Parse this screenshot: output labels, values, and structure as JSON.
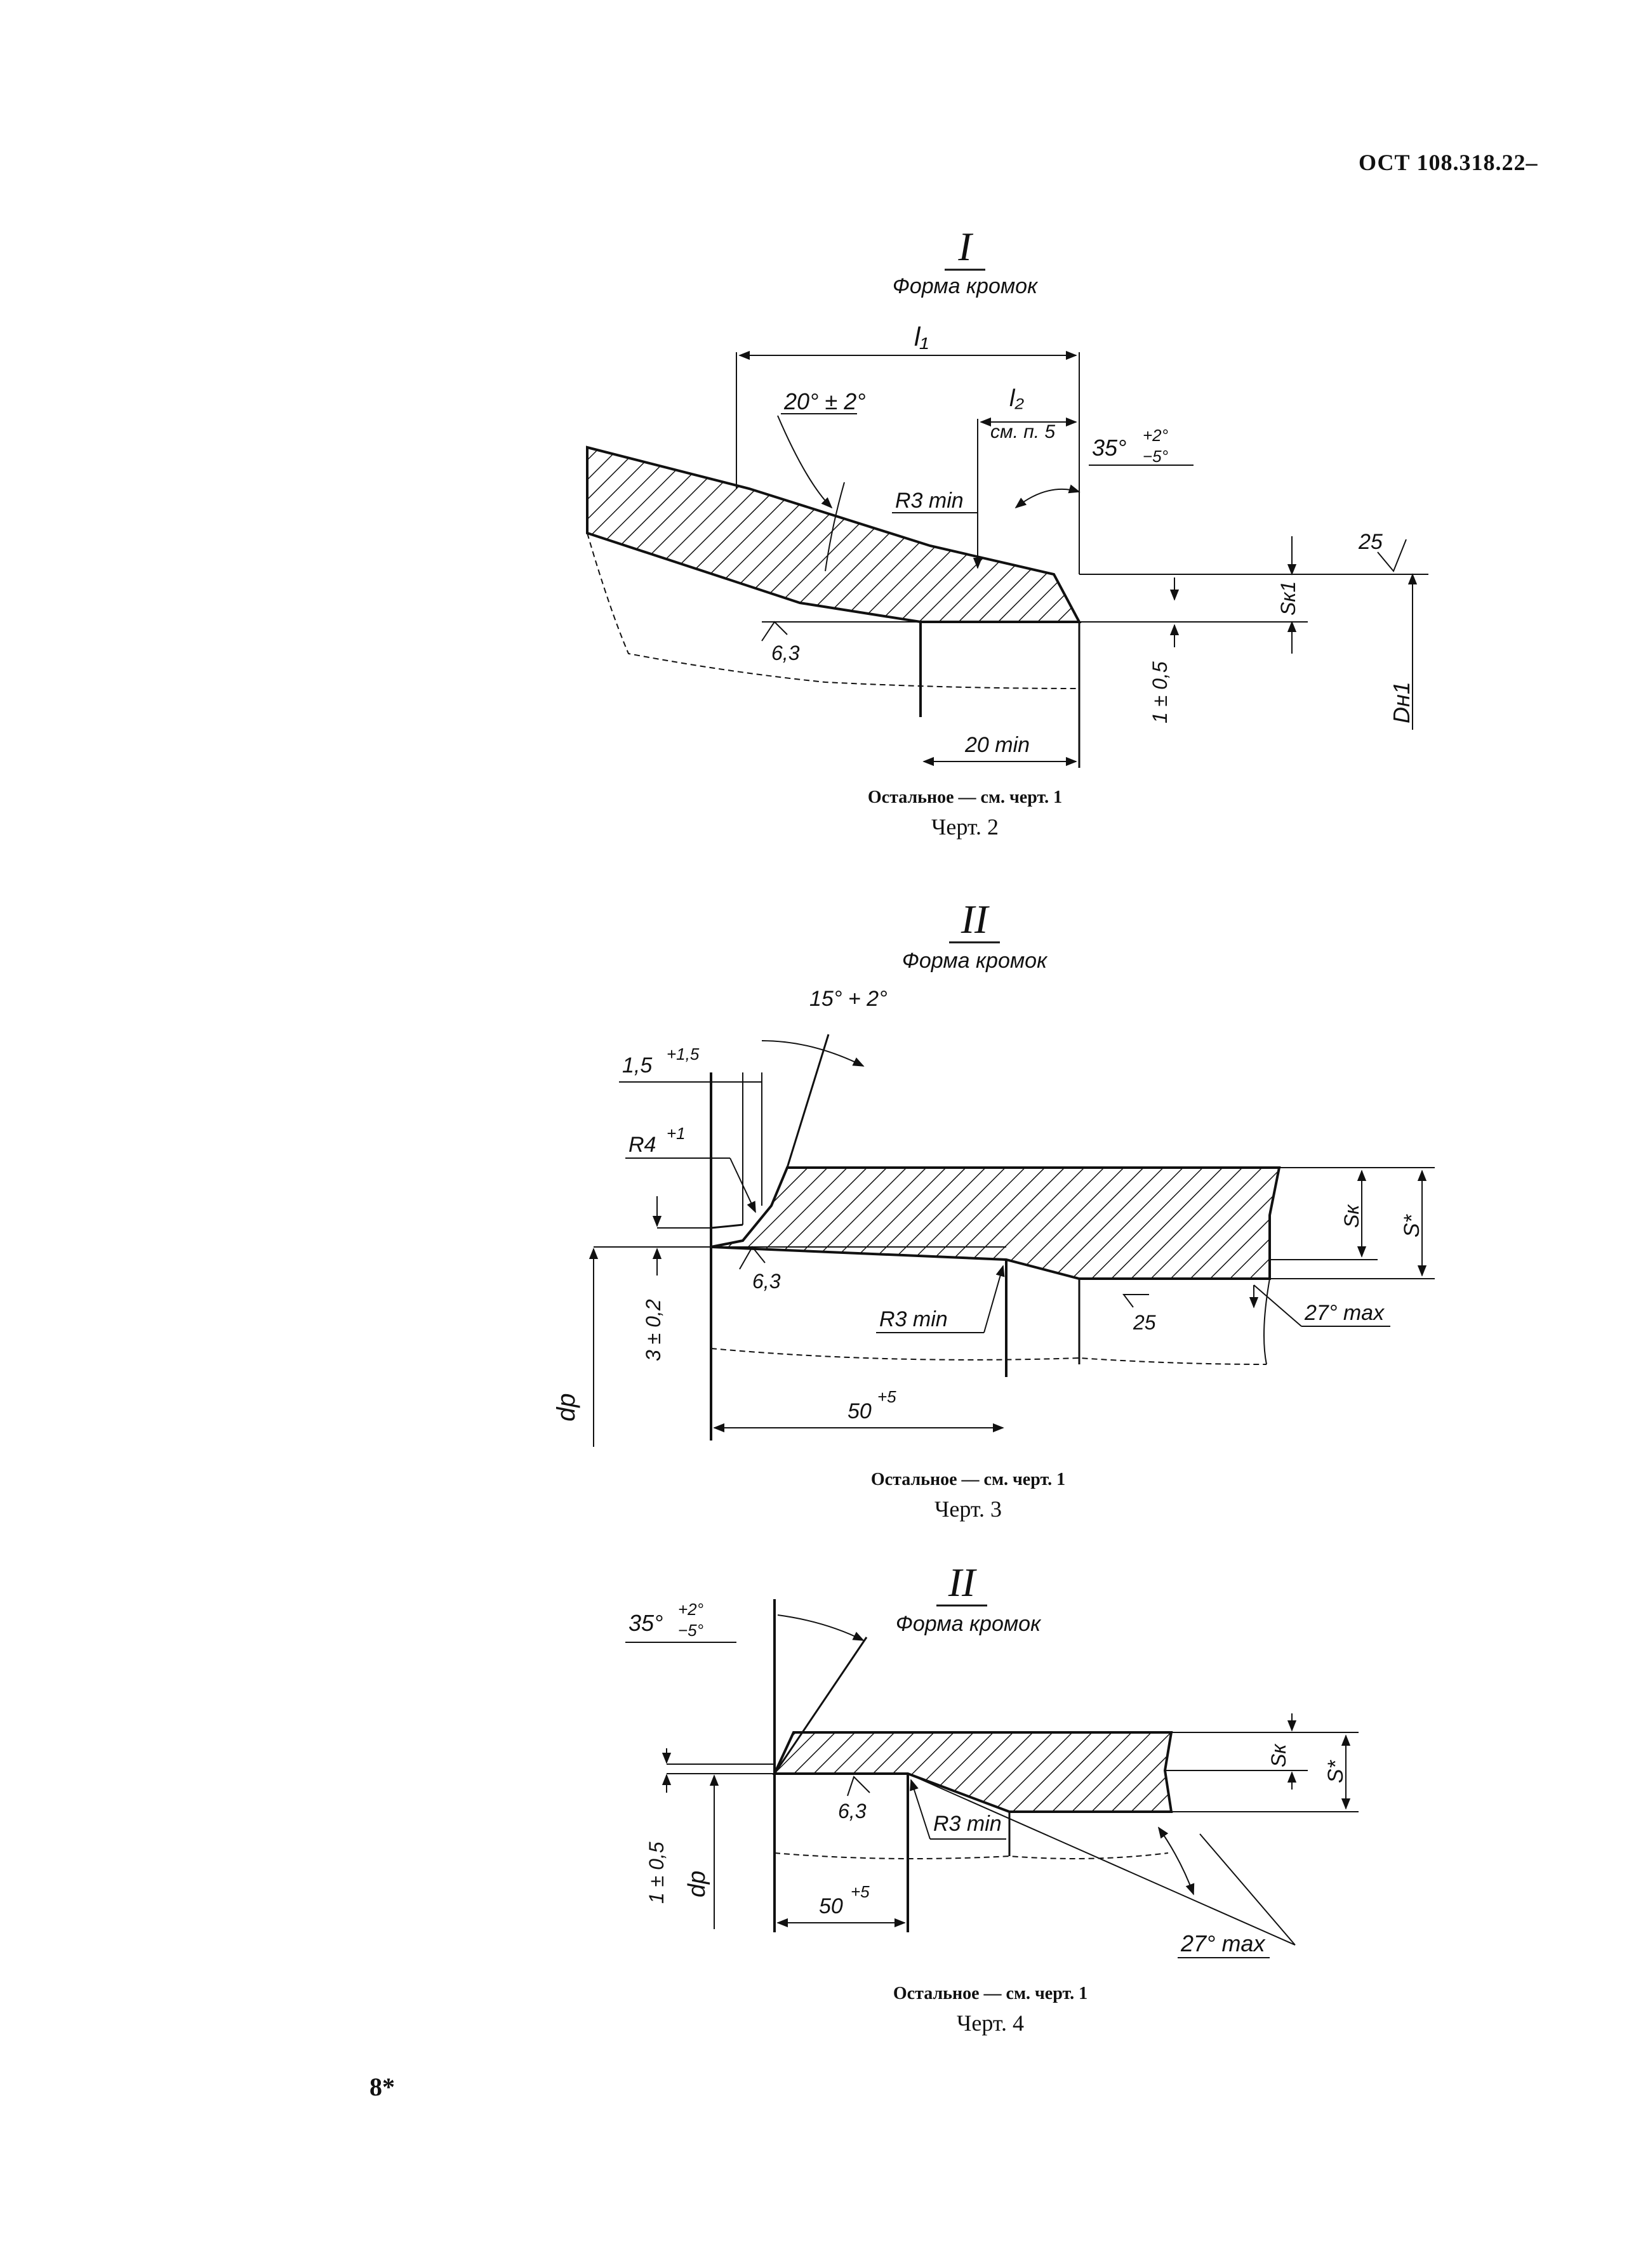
{
  "header": {
    "doc_code": "ОСТ 108.318.22–"
  },
  "drawing2": {
    "view_label": "I",
    "subtitle": "Форма кромок",
    "dims": {
      "l1": "l₁",
      "l2": "l₂",
      "l2_note": "см. п. 5",
      "angle_taper": "20° ± 2°",
      "angle_bevel": "35°",
      "angle_bevel_tol_upper": "+2°",
      "angle_bevel_tol_lower": "−5°",
      "radius": "R3 min",
      "roughness_25": "25",
      "roughness_63": "6,3",
      "sk1": "Sк1",
      "dn1": "Dн1",
      "land": "1 ± 0,5",
      "length": "20 min"
    },
    "rest_note": "Остальное — см. черт. 1",
    "figure_caption": "Черт. 2"
  },
  "drawing3": {
    "view_label": "II",
    "subtitle": "Форма кромок",
    "dims": {
      "angle": "15° + 2°",
      "gap": "1,5",
      "gap_tol": "+1,5",
      "radius_r4": "R4",
      "radius_r4_tol": "+1",
      "roughness_63": "6,3",
      "land": "3 ± 0,2",
      "dp": "dр",
      "radius_r3": "R3 min",
      "roughness_25": "25",
      "angle_max": "27° max",
      "sk": "Sк",
      "s_star": "S*",
      "length": "50",
      "length_tol": "+5"
    },
    "rest_note": "Остальное — см. черт. 1",
    "figure_caption": "Черт. 3"
  },
  "drawing4": {
    "view_label": "II",
    "subtitle": "Форма кромок",
    "dims": {
      "angle_bevel": "35°",
      "angle_bevel_tol_upper": "+2°",
      "angle_bevel_tol_lower": "−5°",
      "land": "1 ± 0,5",
      "dp": "dр",
      "roughness_63": "6,3",
      "radius_r3": "R3 min",
      "sk": "Sк",
      "s_star": "S*",
      "length": "50",
      "length_tol": "+5",
      "angle_max": "27° max"
    },
    "rest_note": "Остальное — см. черт. 1",
    "figure_caption": "Черт. 4"
  },
  "footer": {
    "page_mark": "8*"
  }
}
